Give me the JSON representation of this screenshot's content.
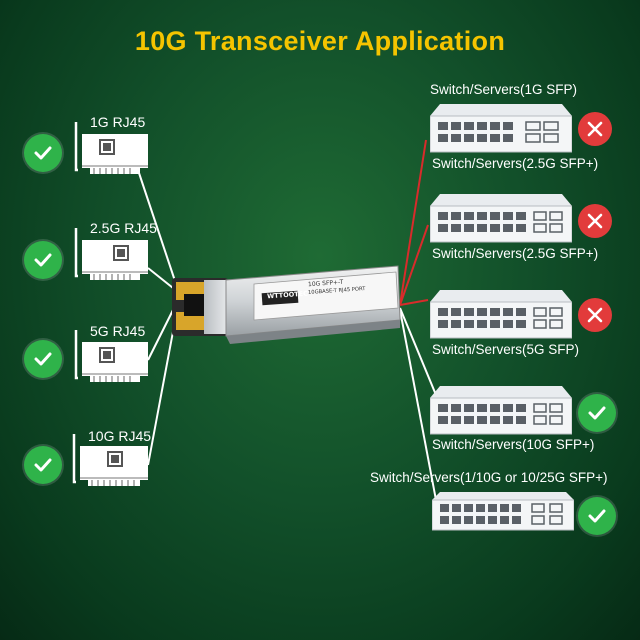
{
  "title": "10G Transceiver Application",
  "nics": [
    {
      "label": "1G RJ45",
      "status": "supported"
    },
    {
      "label": "2.5G RJ45",
      "status": "supported"
    },
    {
      "label": "5G RJ45",
      "status": "supported"
    },
    {
      "label": "10G RJ45",
      "status": "supported"
    }
  ],
  "switches": [
    {
      "label": "Switch/Servers(1G SFP)",
      "status": "unsupported"
    },
    {
      "label": "Switch/Servers(2.5G SFP+)",
      "status": "unsupported"
    },
    {
      "label": "Switch/Servers(5G SFP)",
      "status": "unsupported"
    },
    {
      "label": "Switch/Servers(10G SFP+)",
      "status": "supported"
    },
    {
      "label": "Switch/Servers(1/10G or 10/25G SFP+)",
      "status": "supported"
    }
  ],
  "module": {
    "brand": "WTTOOTEC",
    "model": "10G SFP+-T",
    "spec": "10GBASE-T RJ45 PORT"
  },
  "icons": {
    "check": "check-circle-icon",
    "cross": "x-circle-icon"
  },
  "colors": {
    "title": "#f5c400",
    "supported": "#2fb34a",
    "unsupported": "#e23b3b"
  }
}
